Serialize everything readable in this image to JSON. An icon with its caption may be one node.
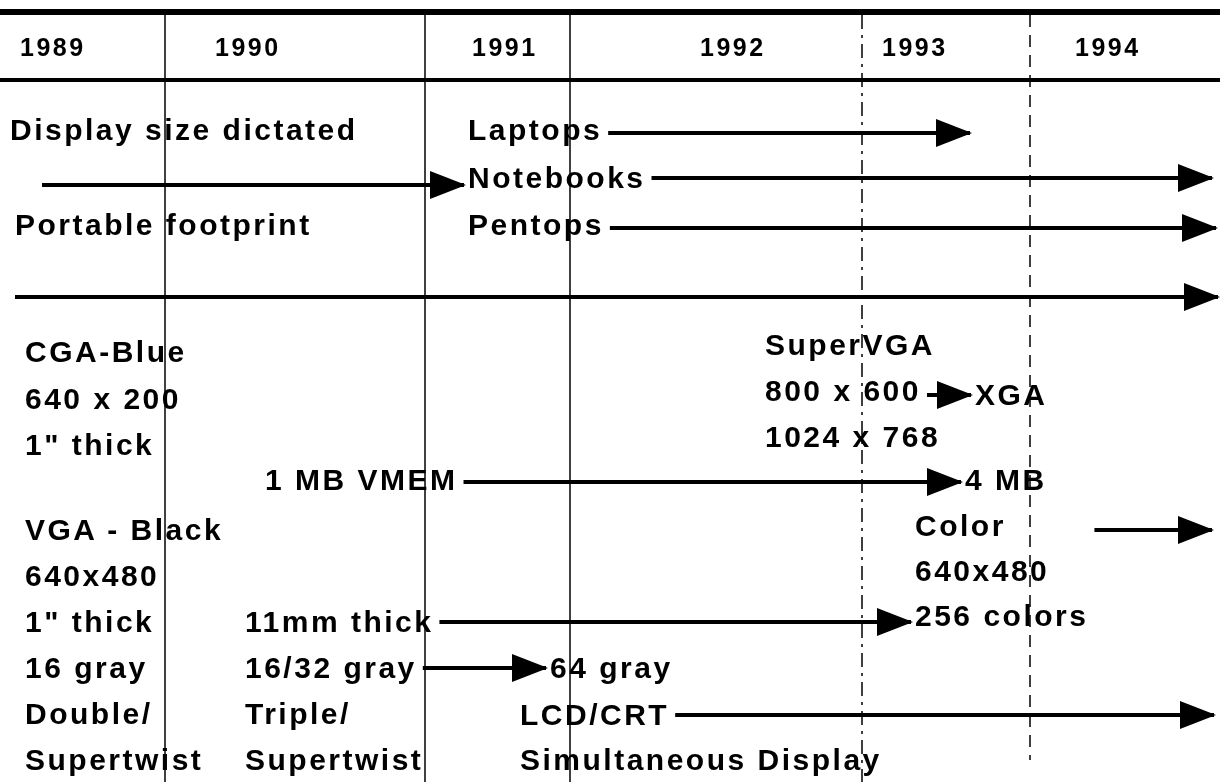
{
  "diagram": {
    "nodes": [
      {
        "text": [
          "Laptops"
        ]
      },
      {
        "text": [
          "Notebooks"
        ]
      },
      {
        "text": [
          "Pentops"
        ]
      },
      {
        "text": [
          "800 x 600"
        ]
      },
      {
        "text": [
          "XGA"
        ]
      },
      {
        "text": [
          "1 MB VMEM"
        ]
      },
      {
        "text": [
          "4 MB"
        ]
      },
      {
        "text": [
          "Color",
          "640x480",
          "256 colors"
        ]
      },
      {
        "text": [
          "11mm thick"
        ]
      },
      {
        "text": [
          "16/32 gray"
        ]
      },
      {
        "text": [
          "64 gray"
        ]
      },
      {
        "text": [
          "LCD/CRT"
        ]
      }
    ],
    "edges": [
      {
        "from": null,
        "to": 1,
        "arrow": "to"
      },
      {
        "from": 0,
        "to": null,
        "arrow": "to"
      },
      {
        "from": 1,
        "to": null,
        "arrow": "to"
      },
      {
        "from": 2,
        "to": null,
        "arrow": "to"
      },
      {
        "from": 3,
        "to": 4,
        "arrow": "to"
      },
      {
        "from": 5,
        "to": 6,
        "arrow": "to"
      },
      {
        "from": 7,
        "to": null,
        "arrow": "to"
      },
      {
        "from": 8,
        "to": 7,
        "arrow": "to"
      },
      {
        "from": 9,
        "to": 10,
        "arrow": "to"
      },
      {
        "from": 11,
        "to": null,
        "arrow": "to"
      }
    ],
    "labels": [
      "1989",
      "1990",
      "1991",
      "1992",
      "1993",
      "1994",
      "Display size dictated",
      "Portable footprint",
      "CGA-Blue",
      "640 x 200",
      "1\" thick",
      "SuperVGA",
      "1024 x 768",
      "VGA - Black",
      "640x480",
      "1\" thick",
      "16 gray",
      "Double/",
      "Supertwist",
      "Triple/",
      "Supertwist",
      "Simultaneous Display"
    ]
  }
}
